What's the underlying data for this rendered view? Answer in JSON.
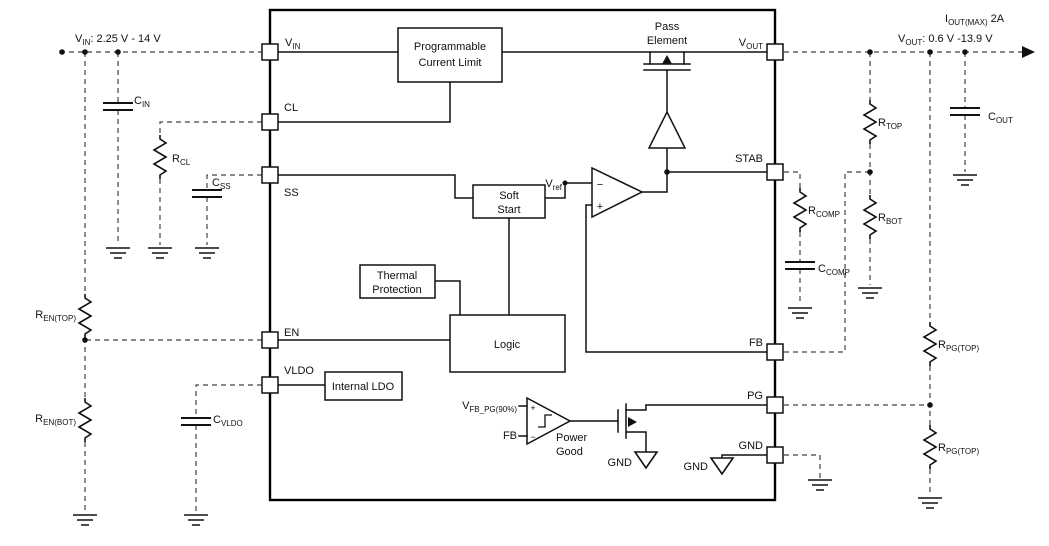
{
  "colors": {
    "wire": "#111111",
    "dashed_wire": "#444444",
    "background": "#ffffff"
  },
  "labels": {
    "vin_rail": {
      "main": "V",
      "sub": "IN",
      "suffix": ": 2.25 V - 14 V"
    },
    "iout": {
      "main": "I",
      "sub": "OUT(MAX)",
      "suffix": " 2A"
    },
    "vout_rail": {
      "main": "V",
      "sub": "OUT",
      "suffix": ": 0.6 V -13.9 V"
    },
    "cin": {
      "main": "C",
      "sub": "IN"
    },
    "rcl": {
      "main": "R",
      "sub": "CL"
    },
    "css": {
      "main": "C",
      "sub": "SS"
    },
    "ren_top": {
      "main": "R",
      "sub": "EN(TOP)"
    },
    "ren_bot": {
      "main": "R",
      "sub": "EN(BOT)"
    },
    "cvldo": {
      "main": "C",
      "sub": "VLDO"
    },
    "rtop": {
      "main": "R",
      "sub": "TOP"
    },
    "rbot": {
      "main": "R",
      "sub": "BOT"
    },
    "cout": {
      "main": "C",
      "sub": "OUT"
    },
    "rcomp": {
      "main": "R",
      "sub": "COMP"
    },
    "ccomp": {
      "main": "C",
      "sub": "COMP"
    },
    "rpg_top1": {
      "main": "R",
      "sub": "PG(TOP)"
    },
    "rpg_top2": {
      "main": "R",
      "sub": "PG(TOP)"
    },
    "vref": {
      "main": "V",
      "sub": "ref"
    },
    "vfb_pg": {
      "main": "V",
      "sub": "FB_PG(90%)"
    },
    "fb_input": "FB",
    "gnd_internal_1": "GND",
    "gnd_internal_2": "GND",
    "plus": "+",
    "minus": "−"
  },
  "pins": {
    "vin": {
      "main": "V",
      "sub": "IN"
    },
    "cl": "CL",
    "ss": "SS",
    "en": "EN",
    "vldo": "VLDO",
    "vout": {
      "main": "V",
      "sub": "OUT"
    },
    "stab": "STAB",
    "fb": "FB",
    "pg": "PG",
    "gnd": "GND"
  },
  "blocks": {
    "current_limit": {
      "line1": "Programmable",
      "line2": "Current Limit"
    },
    "pass_element": {
      "line1": "Pass",
      "line2": "Element"
    },
    "soft_start": {
      "line1": "Soft",
      "line2": "Start"
    },
    "thermal": {
      "line1": "Thermal",
      "line2": "Protection"
    },
    "logic": "Logic",
    "internal_ldo": "Internal LDO",
    "power_good": {
      "line1": "Power",
      "line2": "Good"
    }
  }
}
